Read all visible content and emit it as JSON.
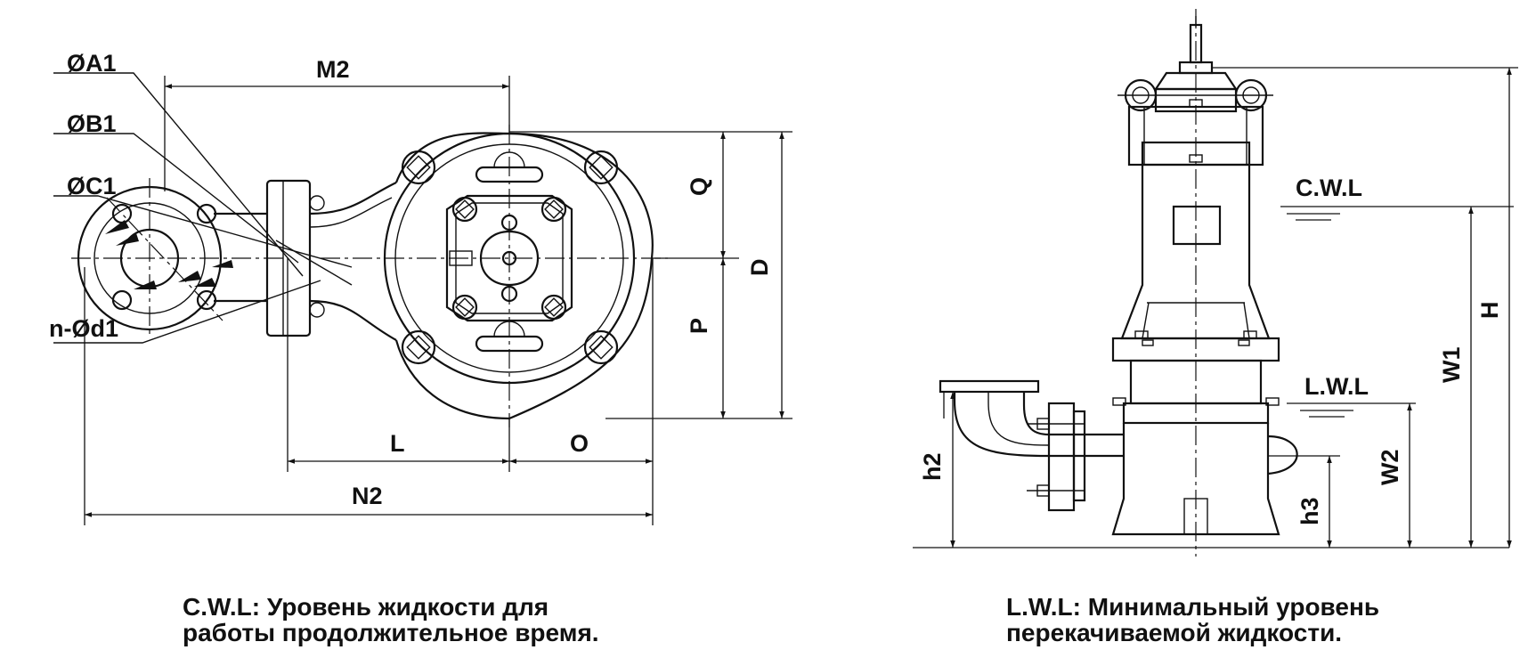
{
  "plan_view": {
    "labels": {
      "dia_a1": "ØA1",
      "dia_b1": "ØB1",
      "dia_c1": "ØC1",
      "n_d1": "n-Ød1",
      "m2": "M2",
      "q": "Q",
      "d": "D",
      "p": "P",
      "l": "L",
      "o": "O",
      "n2": "N2"
    }
  },
  "side_view": {
    "labels": {
      "cwl": "C.W.L",
      "lwl": "L.W.L",
      "h": "H",
      "w1": "W1",
      "w2": "W2",
      "h2": "h2",
      "h3": "h3"
    }
  },
  "captions": {
    "left_line1": "C.W.L: Уровень жидкости для",
    "left_line2": "работы продолжительное время.",
    "right_line1": "L.W.L: Минимальный уровень",
    "right_line2": "перекачиваемой жидкости."
  }
}
